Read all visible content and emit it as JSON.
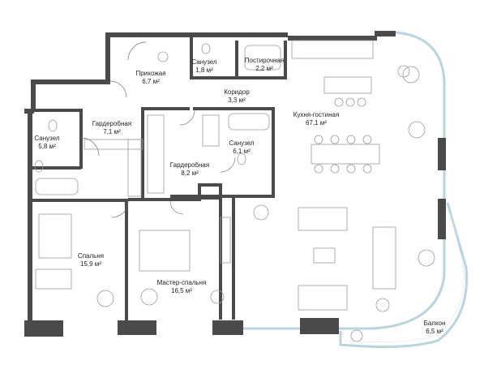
{
  "rooms": [
    {
      "id": "hallway",
      "name": "Прихожая",
      "area": "6,7 м²"
    },
    {
      "id": "bath-1",
      "name": "Санузел",
      "area": "1,8 м²"
    },
    {
      "id": "laundry",
      "name": "Постирочная",
      "area": "2,2 м²"
    },
    {
      "id": "corridor",
      "name": "Коридор",
      "area": "3,3 м²"
    },
    {
      "id": "kitchen-living",
      "name": "Кухня-гостиная",
      "area": "67,1 м²"
    },
    {
      "id": "wardrobe-1",
      "name": "Гардеробная",
      "area": "7,1 м²"
    },
    {
      "id": "bath-2",
      "name": "Санузел",
      "area": "5,8 м²"
    },
    {
      "id": "bath-3",
      "name": "Санузел",
      "area": "6,1 м²"
    },
    {
      "id": "wardrobe-2",
      "name": "Гардеробная",
      "area": "8,2 м²"
    },
    {
      "id": "bedroom",
      "name": "Спальня",
      "area": "15,9 м²"
    },
    {
      "id": "master-bedroom",
      "name": "Мастер-спальня",
      "area": "16,5 м²"
    },
    {
      "id": "balcony",
      "name": "Балкон",
      "area": "6,5 м²"
    }
  ],
  "colors": {
    "wall": "#4a4a4a",
    "glass": "#cfe3ea",
    "furniture": "#9a9a9a",
    "floor": "#ffffff"
  }
}
